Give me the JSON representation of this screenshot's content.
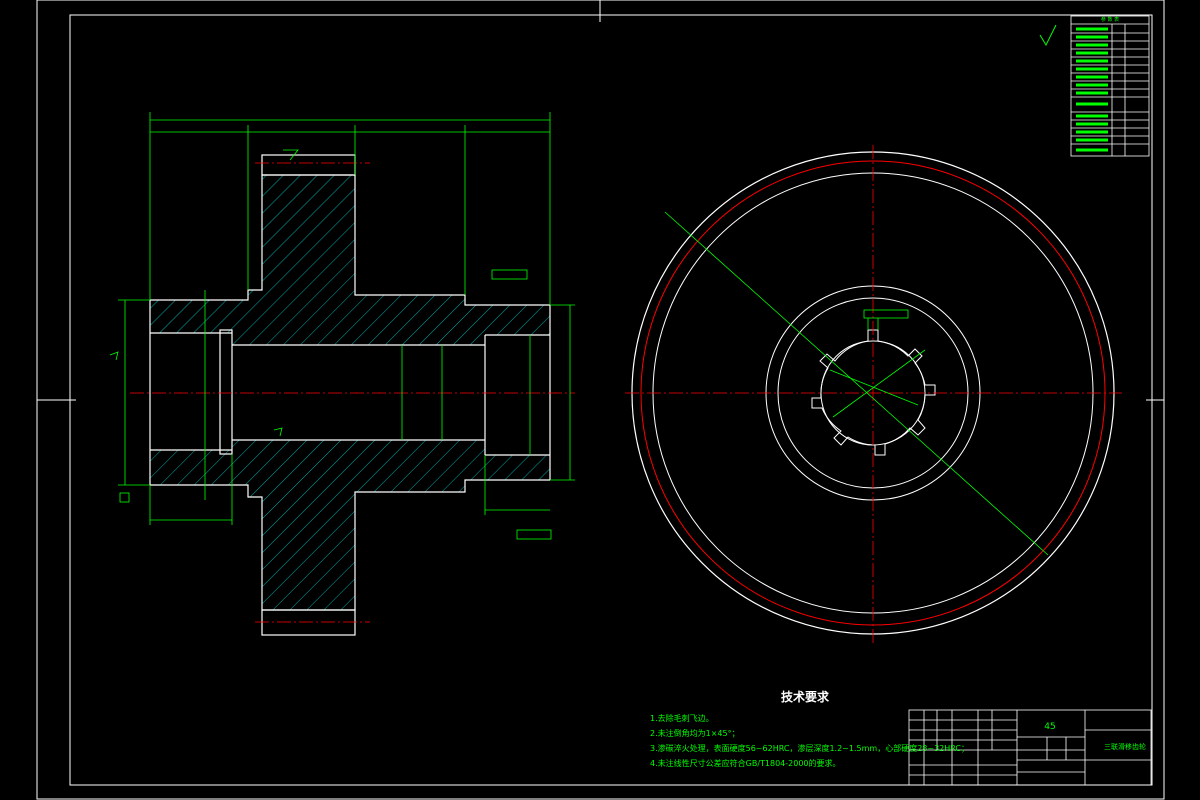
{
  "drawing": {
    "material": "45",
    "part_name": "三联滑移齿轮"
  },
  "technical_requirements": {
    "title": "技术要求",
    "items": [
      "1.去除毛刺飞边。",
      "2.未注倒角均为1×45°；",
      "3.渗碳淬火处理，表面硬度56~62HRC，渗层深度1.2~1.5mm，心部硬度28~32HRC；",
      "4.未注线性尺寸公差应符合GB/T1804-2000的要求。"
    ]
  },
  "param_table": {
    "header": "参 数 表"
  },
  "colors": {
    "outline": "#ffffff",
    "dimension": "#00ff00",
    "centerline": "#ff0000",
    "hatch": "#00aaaa",
    "background": "#000000"
  }
}
